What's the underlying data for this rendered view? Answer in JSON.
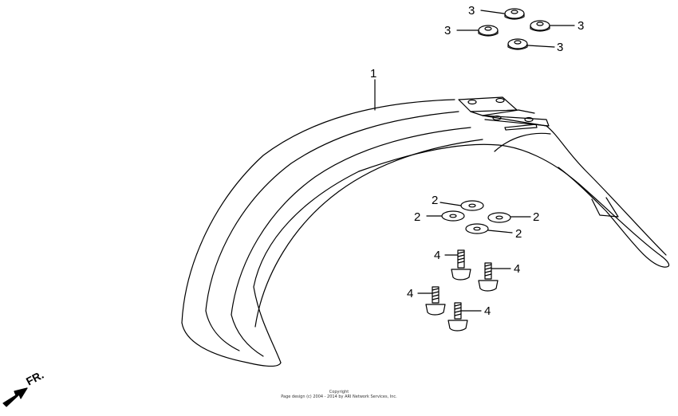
{
  "callouts": {
    "fender": "1",
    "rubber_cushion": "2",
    "grommet": "3",
    "bolt": "4"
  },
  "direction_label": "FR.",
  "copyright": {
    "line1": "Copyright",
    "line2": "Page design (c) 2004 - 2014 by ARI Network Services, Inc."
  },
  "colors": {
    "line": "#000000",
    "background": "#ffffff"
  }
}
